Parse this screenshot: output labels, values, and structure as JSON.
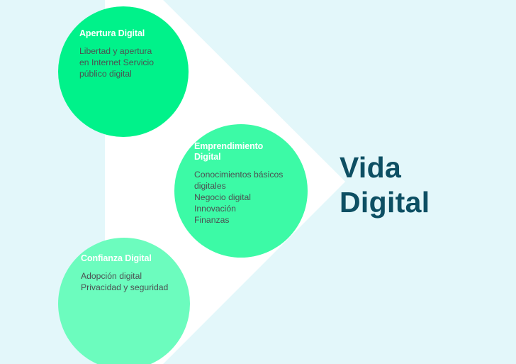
{
  "theme": {
    "background_color": "#e3f7fa",
    "arrow_color": "#ffffff",
    "title_color": "#0d4f63",
    "circle_title_color": "#ffffff",
    "circle_text_color": "#4c5152"
  },
  "main": {
    "title": "Vida\nDigital"
  },
  "circles": [
    {
      "id": "apertura-digital",
      "title": "Apertura Digital",
      "text": "Libertad y apertura\nen Internet Servicio\npúblico digital",
      "color": "#00f28a"
    },
    {
      "id": "emprendimiento-digital",
      "title": "Emprendimiento\nDigital",
      "text": "Conocimientos básicos\ndigitales\nNegocio digital\nInnovación\nFinanzas",
      "color": "#3cfaa6"
    },
    {
      "id": "confianza-digital",
      "title": "Confianza Digital",
      "text": "Adopción digital\nPrivacidad y seguridad",
      "color": "#6cfcbe"
    }
  ]
}
